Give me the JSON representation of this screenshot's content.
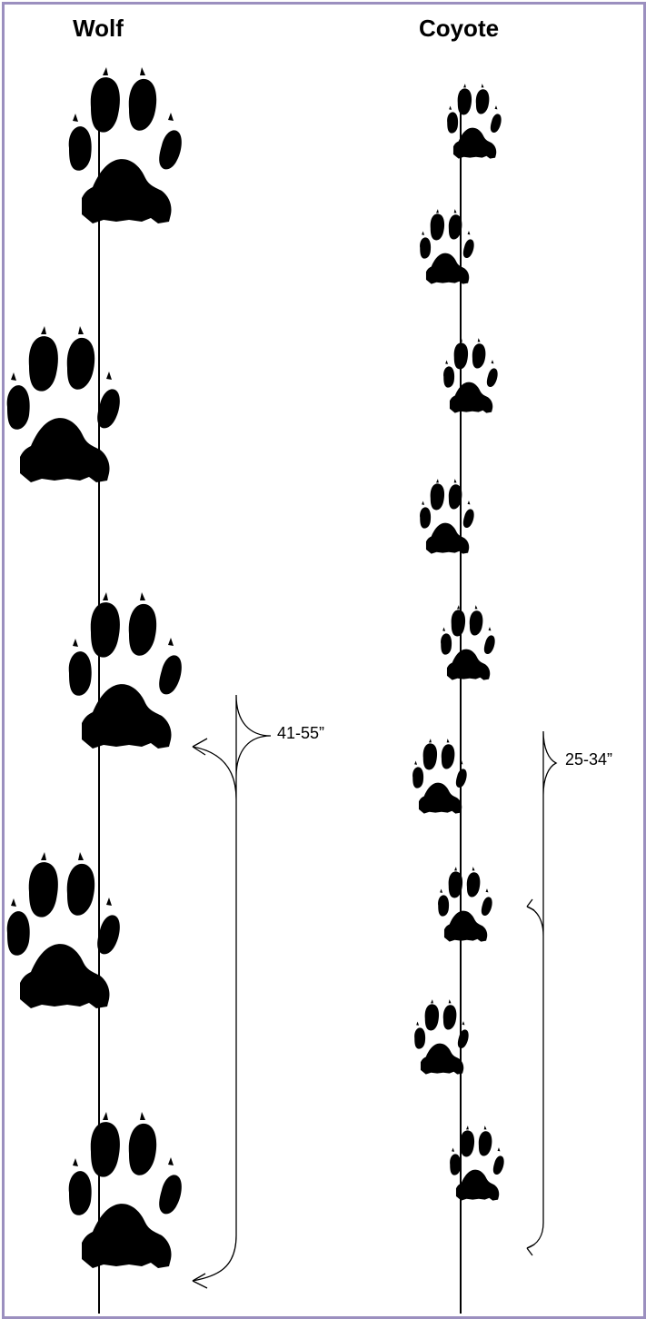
{
  "wolf": {
    "title": "Wolf",
    "stride_label": "41-55”"
  },
  "coyote": {
    "title": "Coyote",
    "stride_label": "25-34”"
  },
  "colors": {
    "border": "#9b8fbf",
    "ink": "#000000",
    "background": "#ffffff"
  }
}
